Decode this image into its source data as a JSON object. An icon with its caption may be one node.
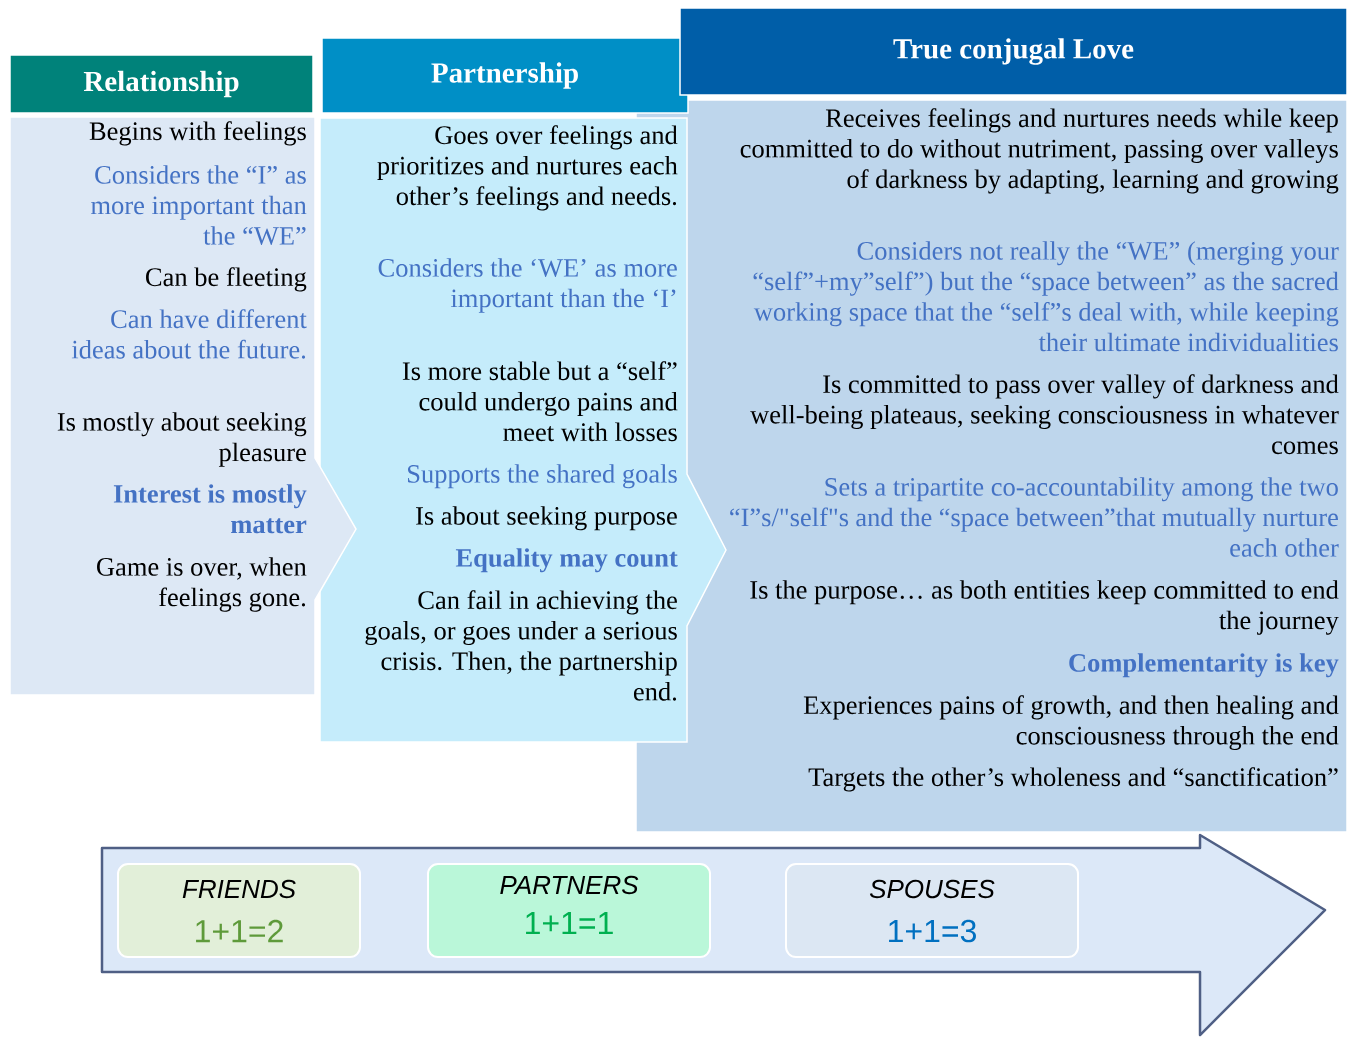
{
  "diagram": {
    "nodes": [
      {
        "text": [
          "Relationship"
        ]
      },
      {
        "text": [
          "Begins with feelings",
          "Considers the “I” as more important than the “WE”",
          "Can be fleeting",
          "Can have different ideas about the future.",
          "Is mostly about seeking pleasure",
          "Interest is mostly matter",
          "Game is over, when feelings gone."
        ]
      },
      {
        "text": [
          "Partnership"
        ]
      },
      {
        "text": [
          "Goes over feelings and prioritizes and nurtures each other’s feelings and needs.",
          "Considers the ‘WE’ as more important than the ‘I’",
          "Is more stable but a “self” could  undergo pains and meet with losses",
          "Supports the shared goals",
          "Is about seeking purpose",
          "Equality may count",
          "Can fail in achieving the goals, or goes under a serious crisis. Then, the partnership end."
        ]
      },
      {
        "text": [
          "True conjugal Love"
        ]
      },
      {
        "text": [
          "Receives feelings and nurtures needs while keep committed to do without nutriment, passing over valleys of darkness by adapting, learning and growing",
          "Considers not really the “WE” (merging your “self”+my”self”) but the “space between” as the sacred working space that the “self”s deal with, while keeping their ultimate individualities",
          "Is committed to pass over valley of darkness and well-being plateaus, seeking consciousness in whatever comes",
          "Sets a tripartite co-accountability among the two “I”s/\"self\"s and the “space between”that mutually nurture each other",
          "Is the purpose… as both entities keep committed to end the journey",
          "Complementarity is key",
          "Experiences pains of growth, and then healing and consciousness through the end",
          "Targets the other’s wholeness and “sanctification”"
        ]
      },
      {
        "text": [],
        "shape": "arrow"
      },
      {
        "text": [
          "FRIENDS",
          "1+1=2"
        ],
        "in": 6
      },
      {
        "text": [
          "PARTNERS",
          "1+1=1"
        ],
        "in": 6
      },
      {
        "text": [
          "SPOUSES",
          "1+1=3"
        ],
        "in": 6
      }
    ]
  }
}
